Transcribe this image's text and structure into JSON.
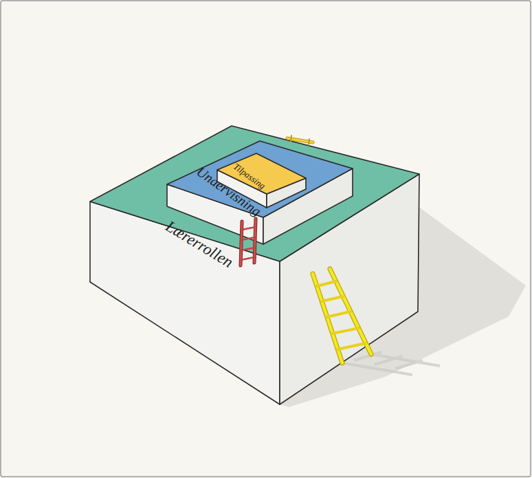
{
  "diagram": {
    "nodes": [
      {
        "text": [
          "Lærerrollen"
        ]
      },
      {
        "text": [
          "Undervisning"
        ],
        "in": 0
      },
      {
        "text": [
          "Tilpassing"
        ],
        "in": 1
      }
    ]
  }
}
